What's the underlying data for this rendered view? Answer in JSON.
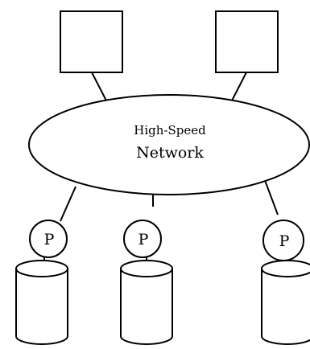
{
  "network": {
    "line1": "High-Speed",
    "line2": "Network"
  },
  "processors": [
    {
      "label": "P"
    },
    {
      "label": "P"
    },
    {
      "label": "P"
    }
  ],
  "colors": {
    "stroke": "#000000",
    "background": "#ffffff"
  }
}
